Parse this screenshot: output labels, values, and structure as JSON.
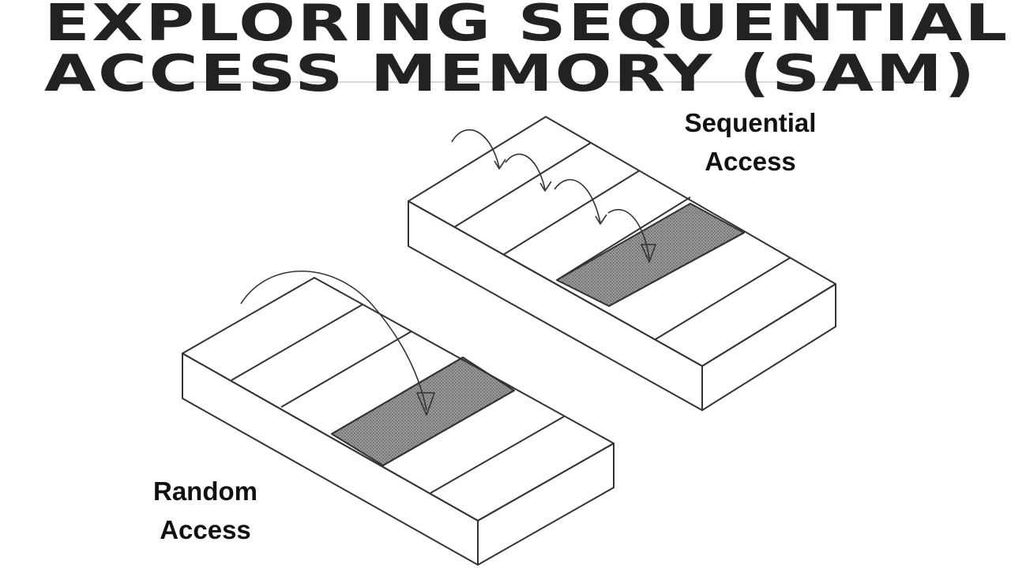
{
  "title": {
    "line1": "EXPLORING SEQUENTIAL",
    "line2": "ACCESS MEMORY (SAM)"
  },
  "diagram": {
    "sequential_label": {
      "line1": "Sequential",
      "line2": "Access"
    },
    "random_label": {
      "line1": "Random",
      "line2": "Access"
    },
    "colors": {
      "title": "#222222",
      "outline": "#333333",
      "shaded_cell": "#8c8c8c"
    }
  }
}
